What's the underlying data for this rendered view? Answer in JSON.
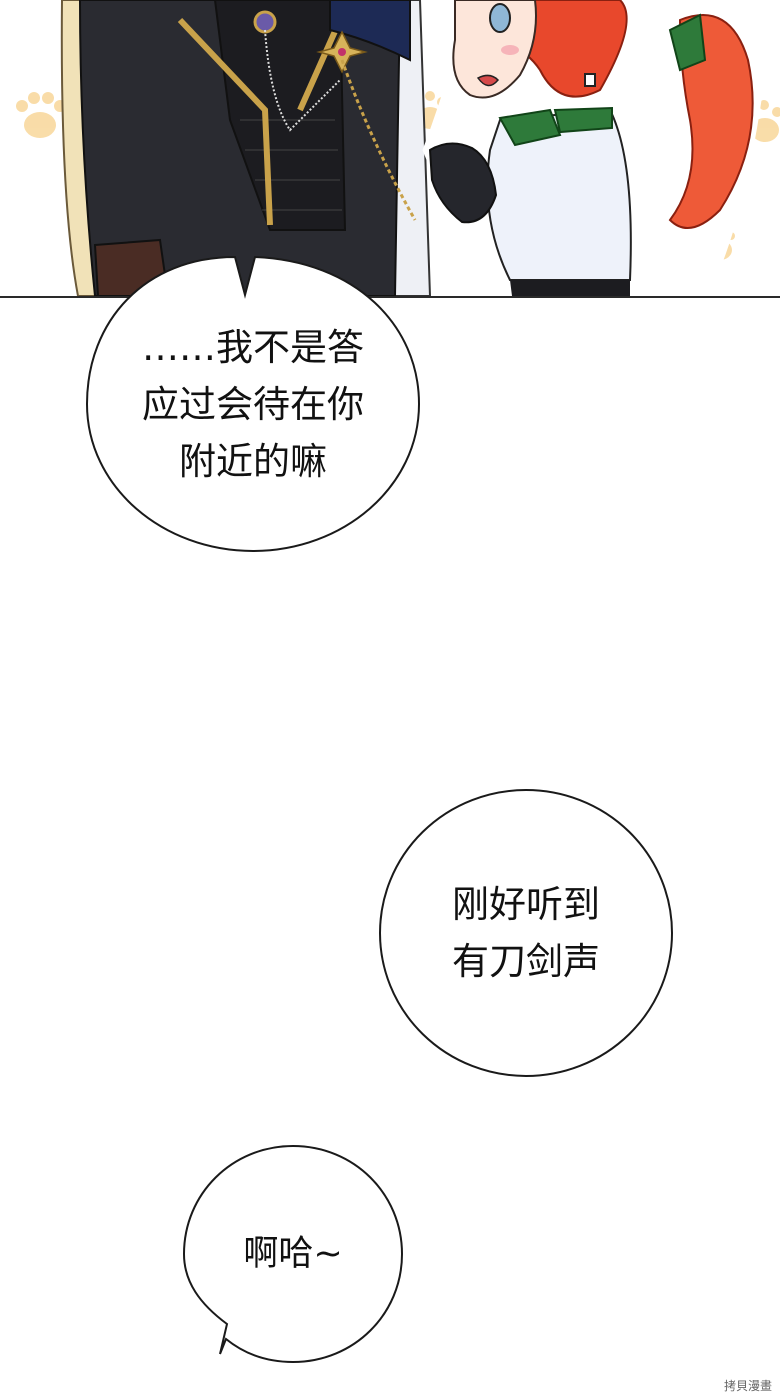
{
  "panel": {
    "description_icons": [
      "paw-print-icon"
    ]
  },
  "bubbles": [
    {
      "text": "……我不是答\n应过会待在你\n附近的嘛"
    },
    {
      "text": "刚好听到\n有刀剑声"
    },
    {
      "text": "啊哈~"
    }
  ],
  "watermark": {
    "text": "拷貝漫畫"
  },
  "colors": {
    "coat": "#2a2b31",
    "hair_red": "#e8482c",
    "hair_blonde": "#f1e2b8",
    "ribbon_green": "#2e7a3a",
    "gold": "#c9a24a",
    "paw": "#f8d79a"
  }
}
